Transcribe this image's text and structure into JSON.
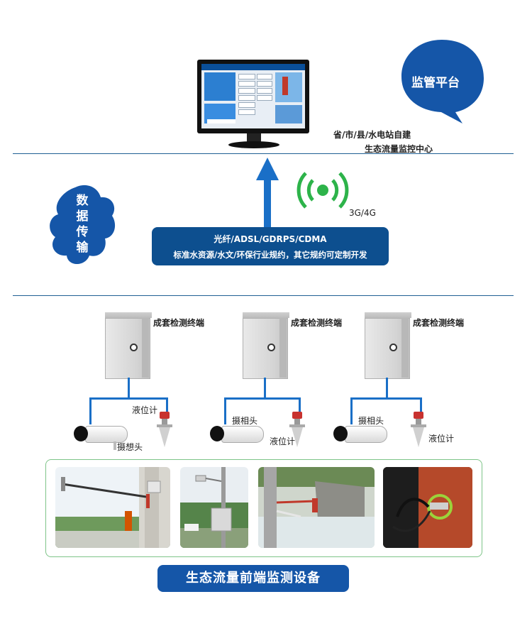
{
  "platform": {
    "bubble_label": "监管平台",
    "caption_line1": "省/市/县/水电站自建",
    "caption_line2": "生态流量监控中心"
  },
  "transmission": {
    "bubble_label_chars": [
      "数",
      "据",
      "传",
      "输"
    ],
    "wireless_label": "3G/4G",
    "protocol_line1": "光纤/ADSL/GDRPS/CDMA",
    "protocol_line2": "标准水资源/水文/环保行业规约，其它规约可定制开发"
  },
  "stations": [
    {
      "terminal_label": "成套检测终端",
      "level_label": "液位计",
      "camera_label": "摄想头"
    },
    {
      "terminal_label": "成套检测终端",
      "camera_label": "摄相头",
      "level_label": "液位计"
    },
    {
      "terminal_label": "成套检测终端",
      "camera_label": "摄相头",
      "level_label": "液位计"
    }
  ],
  "footer": {
    "title": "生态流量前端监测设备"
  },
  "colors": {
    "accent_blue": "#1556a8",
    "dark_blue": "#0d4f8f",
    "arrow_blue": "#1a6fc7",
    "wifi_green": "#2db34a",
    "photo_border": "#7ec488"
  },
  "icons": [
    "monitor-icon",
    "speech-bubble-icon",
    "cloud-icon",
    "up-arrow-icon",
    "wireless-signal-icon",
    "cabinet-icon",
    "camera-icon",
    "level-meter-icon"
  ]
}
